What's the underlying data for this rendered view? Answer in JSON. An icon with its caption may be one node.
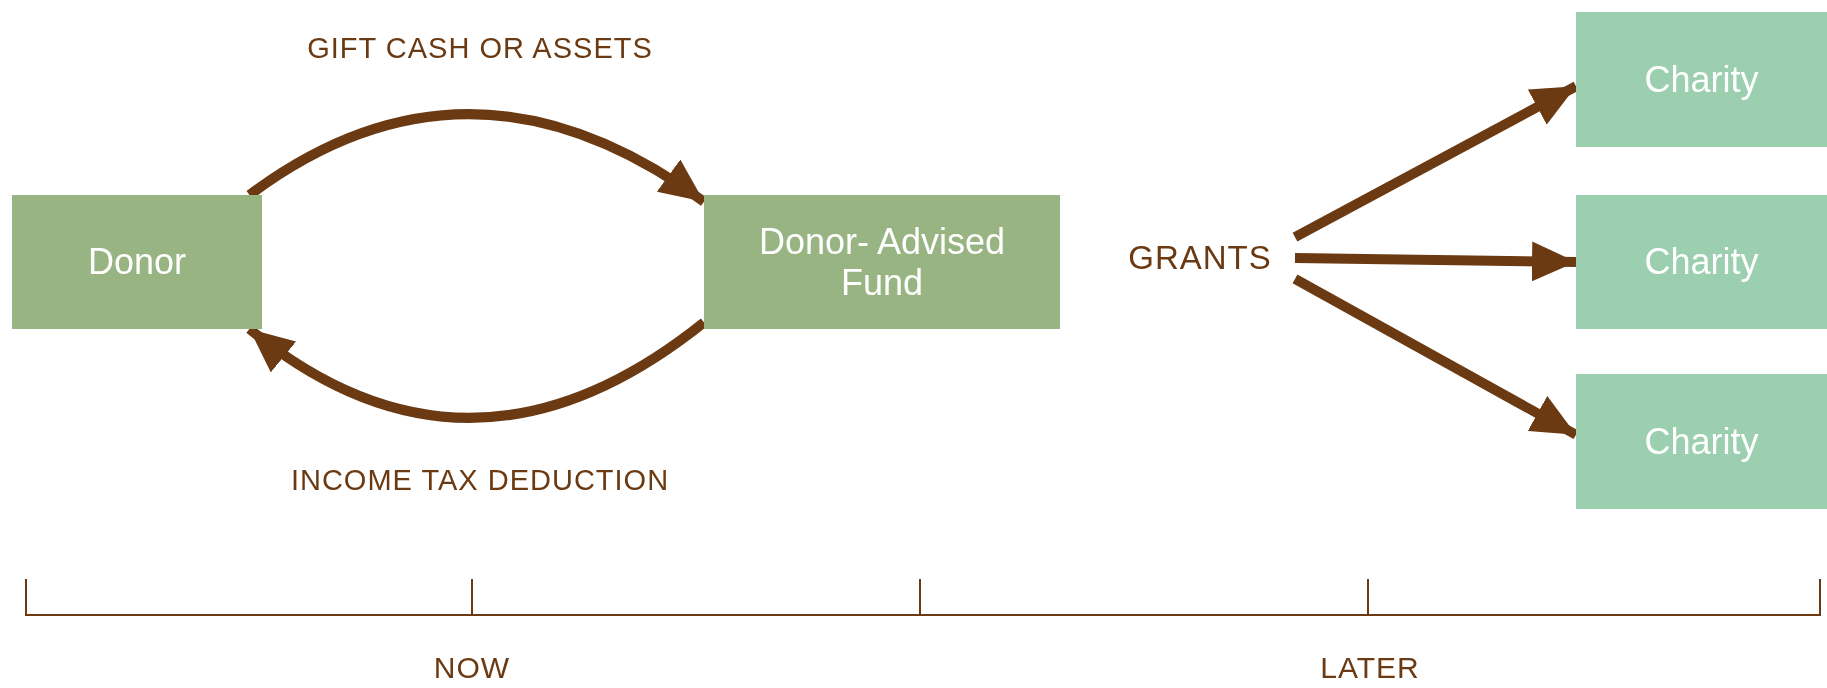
{
  "diagram": {
    "nodes": [
      {
        "text": [
          "Donor"
        ]
      },
      {
        "text": [
          "Donor- Advised Fund"
        ]
      },
      {
        "text": [
          "GRANTS"
        ]
      },
      {
        "text": [
          "Charity"
        ]
      },
      {
        "text": [
          "Charity"
        ]
      },
      {
        "text": [
          "Charity"
        ]
      }
    ],
    "edges": [
      {
        "from": 0,
        "to": 1,
        "arrow": "to",
        "label": "GIFT CASH OR ASSETS"
      },
      {
        "from": 1,
        "to": 0,
        "arrow": "to",
        "label": "INCOME TAX DEDUCTION"
      },
      {
        "from": 2,
        "to": 3,
        "arrow": "to"
      },
      {
        "from": 2,
        "to": 4,
        "arrow": "to"
      },
      {
        "from": 2,
        "to": 5,
        "arrow": "to"
      }
    ],
    "labels": [
      "NOW",
      "LATER"
    ]
  }
}
